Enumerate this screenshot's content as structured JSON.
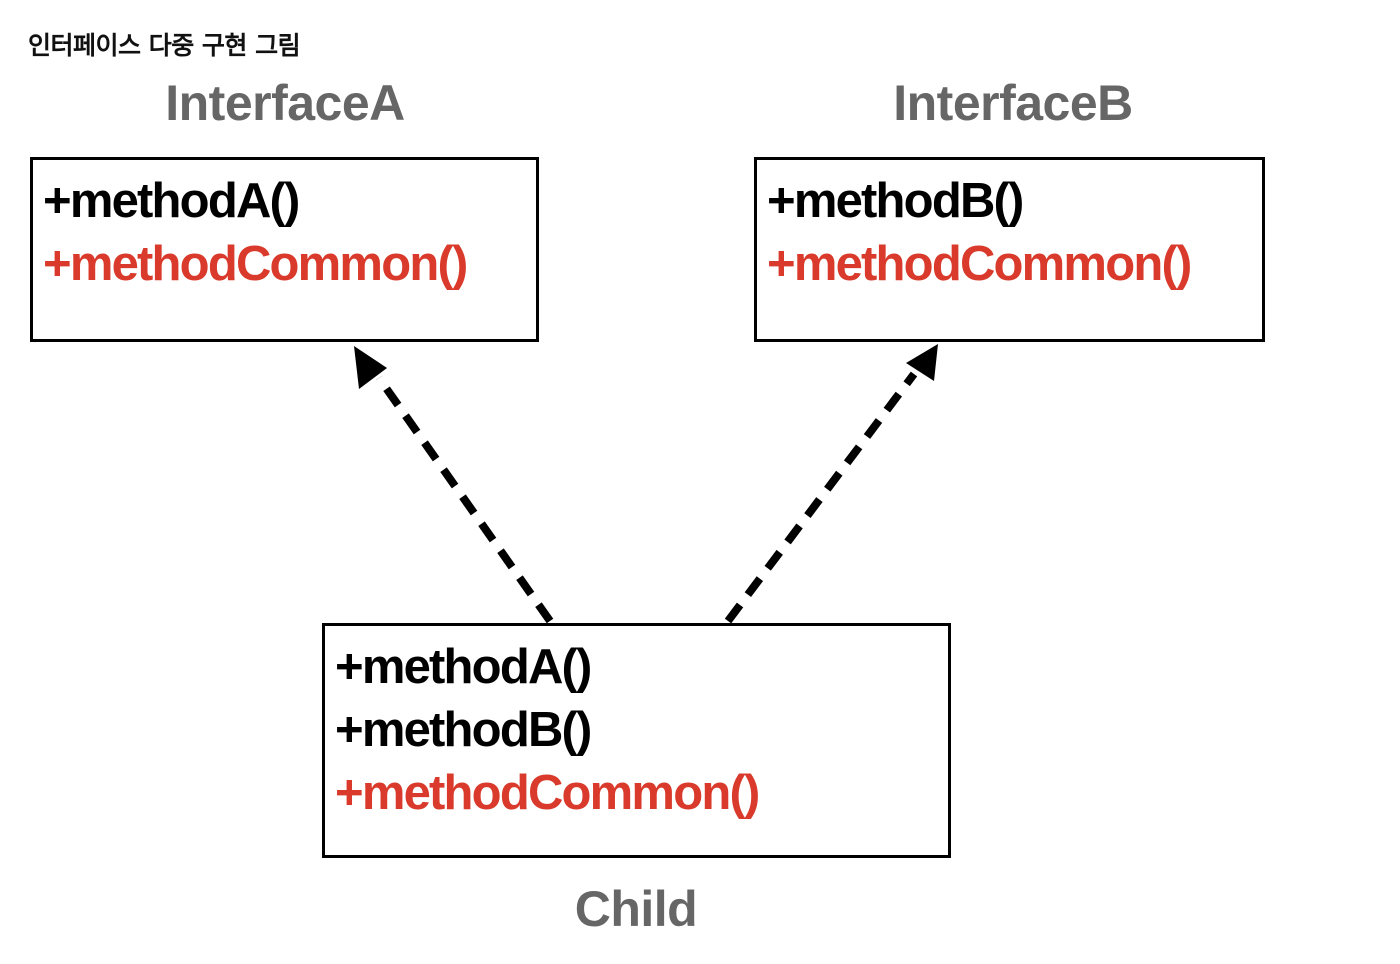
{
  "heading": "인터페이스 다중 구현 그림",
  "interface_a": {
    "name": "InterfaceA",
    "methods": [
      "+methodA()",
      "+methodCommon()"
    ]
  },
  "interface_b": {
    "name": "InterfaceB",
    "methods": [
      "+methodB()",
      "+methodCommon()"
    ]
  },
  "child": {
    "name": "Child",
    "methods": [
      "+methodA()",
      "+methodB()",
      "+methodCommon()"
    ]
  },
  "colors": {
    "common_method": "#d93a2b",
    "method": "#000000",
    "class_name": "#666666",
    "border": "#000000"
  },
  "relations": [
    {
      "from": "Child",
      "to": "InterfaceA",
      "style": "dashed-arrow"
    },
    {
      "from": "Child",
      "to": "InterfaceB",
      "style": "dashed-arrow"
    }
  ]
}
